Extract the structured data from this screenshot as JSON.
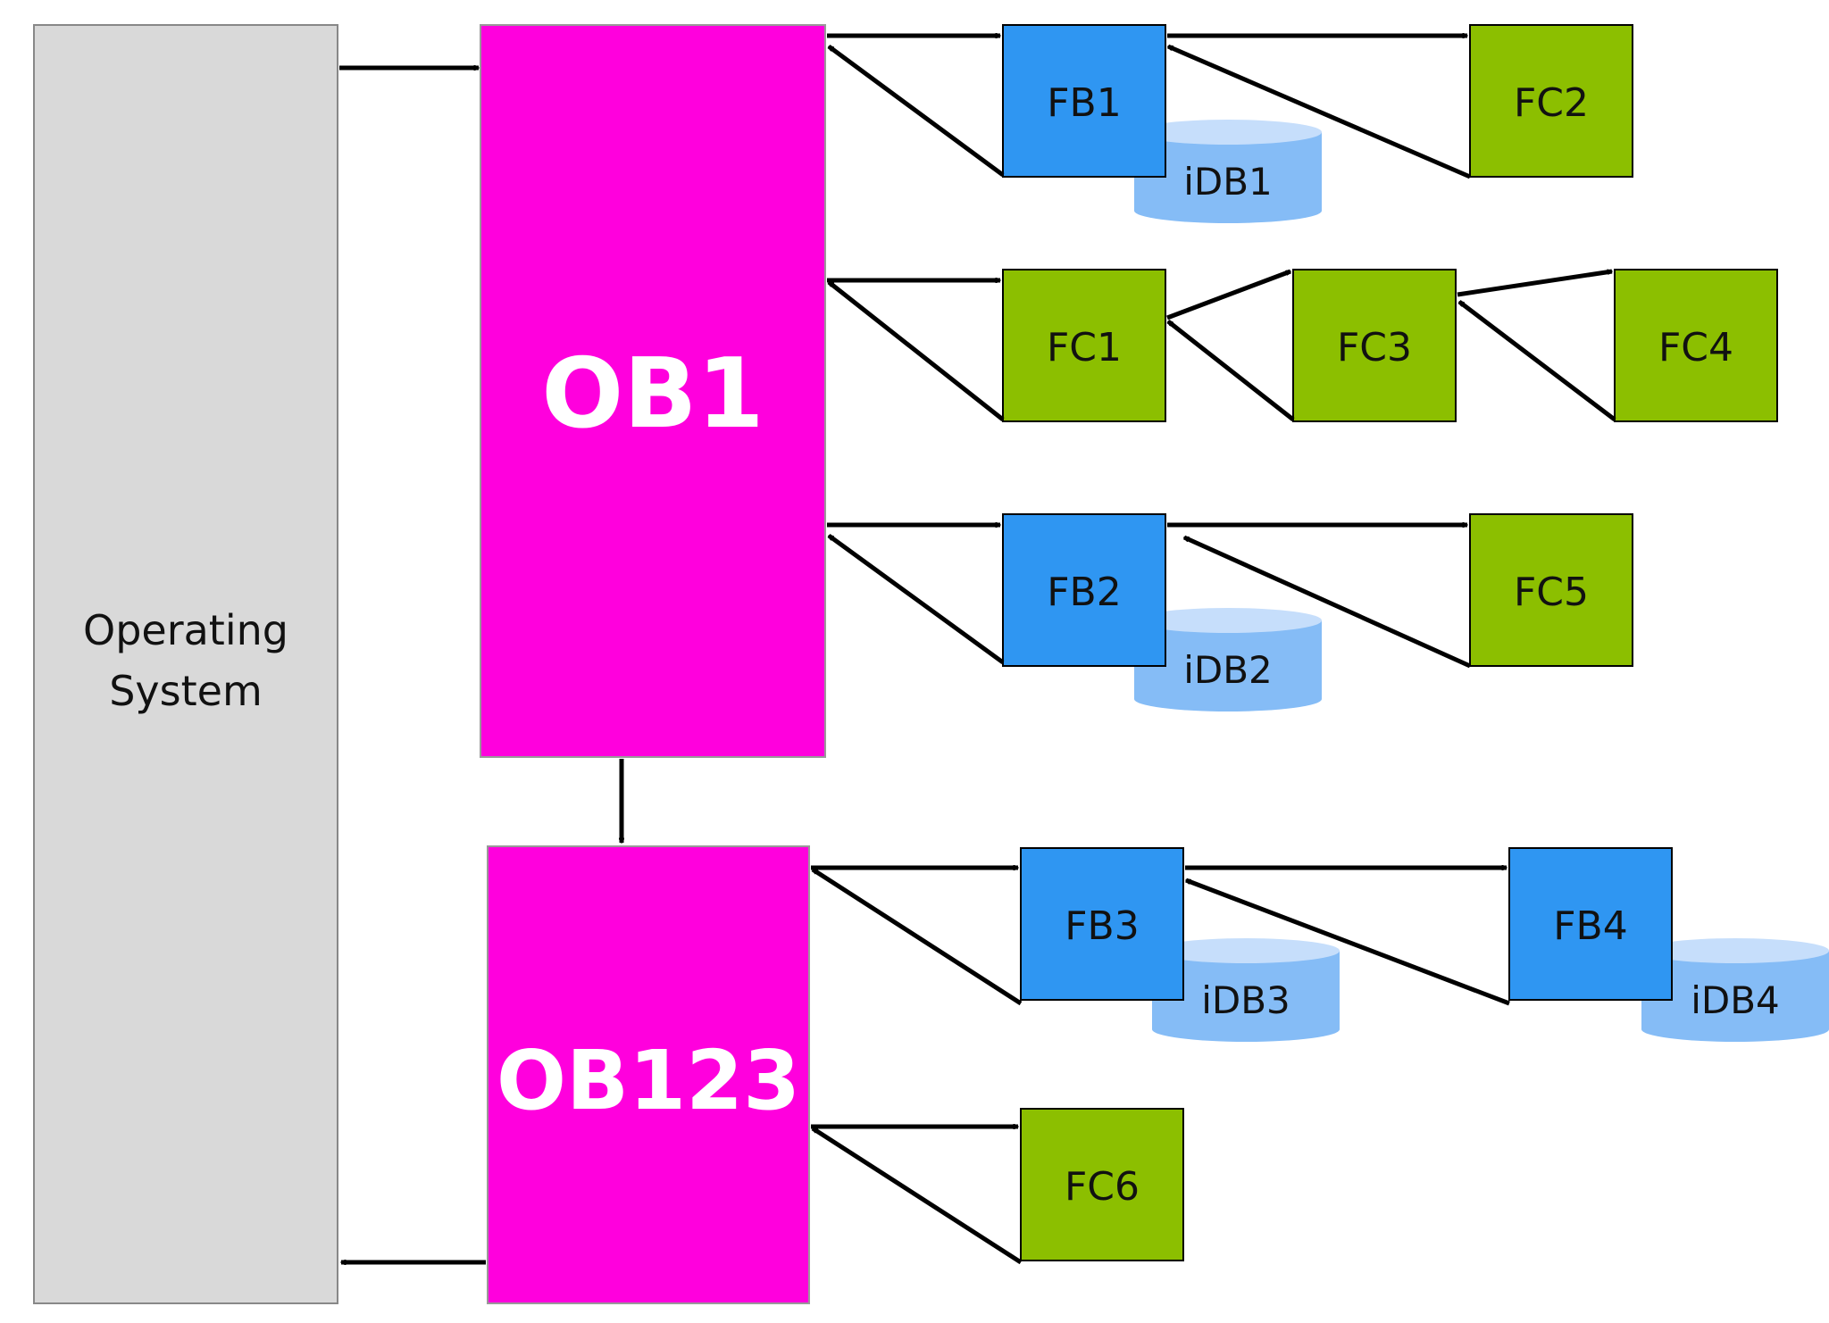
{
  "colors": {
    "os_fill": "#d9d9d9",
    "ob_fill": "#ff00dd",
    "fb_fill": "#2f96f2",
    "fc_fill": "#8cbf00",
    "idb_fill": "#85bcf6",
    "idb_top": "#c6defb",
    "stroke": "#000000"
  },
  "operating_system": {
    "line1": "Operating",
    "line2": "System"
  },
  "ob1": {
    "label": "OB1"
  },
  "ob123": {
    "label": "OB123"
  },
  "blocks": {
    "fb1": "FB1",
    "fc2": "FC2",
    "idb1": "iDB1",
    "fc1": "FC1",
    "fc3": "FC3",
    "fc4": "FC4",
    "fb2": "FB2",
    "fc5": "FC5",
    "idb2": "iDB2",
    "fb3": "FB3",
    "fb4": "FB4",
    "idb3": "iDB3",
    "idb4": "iDB4",
    "fc6": "FC6"
  }
}
